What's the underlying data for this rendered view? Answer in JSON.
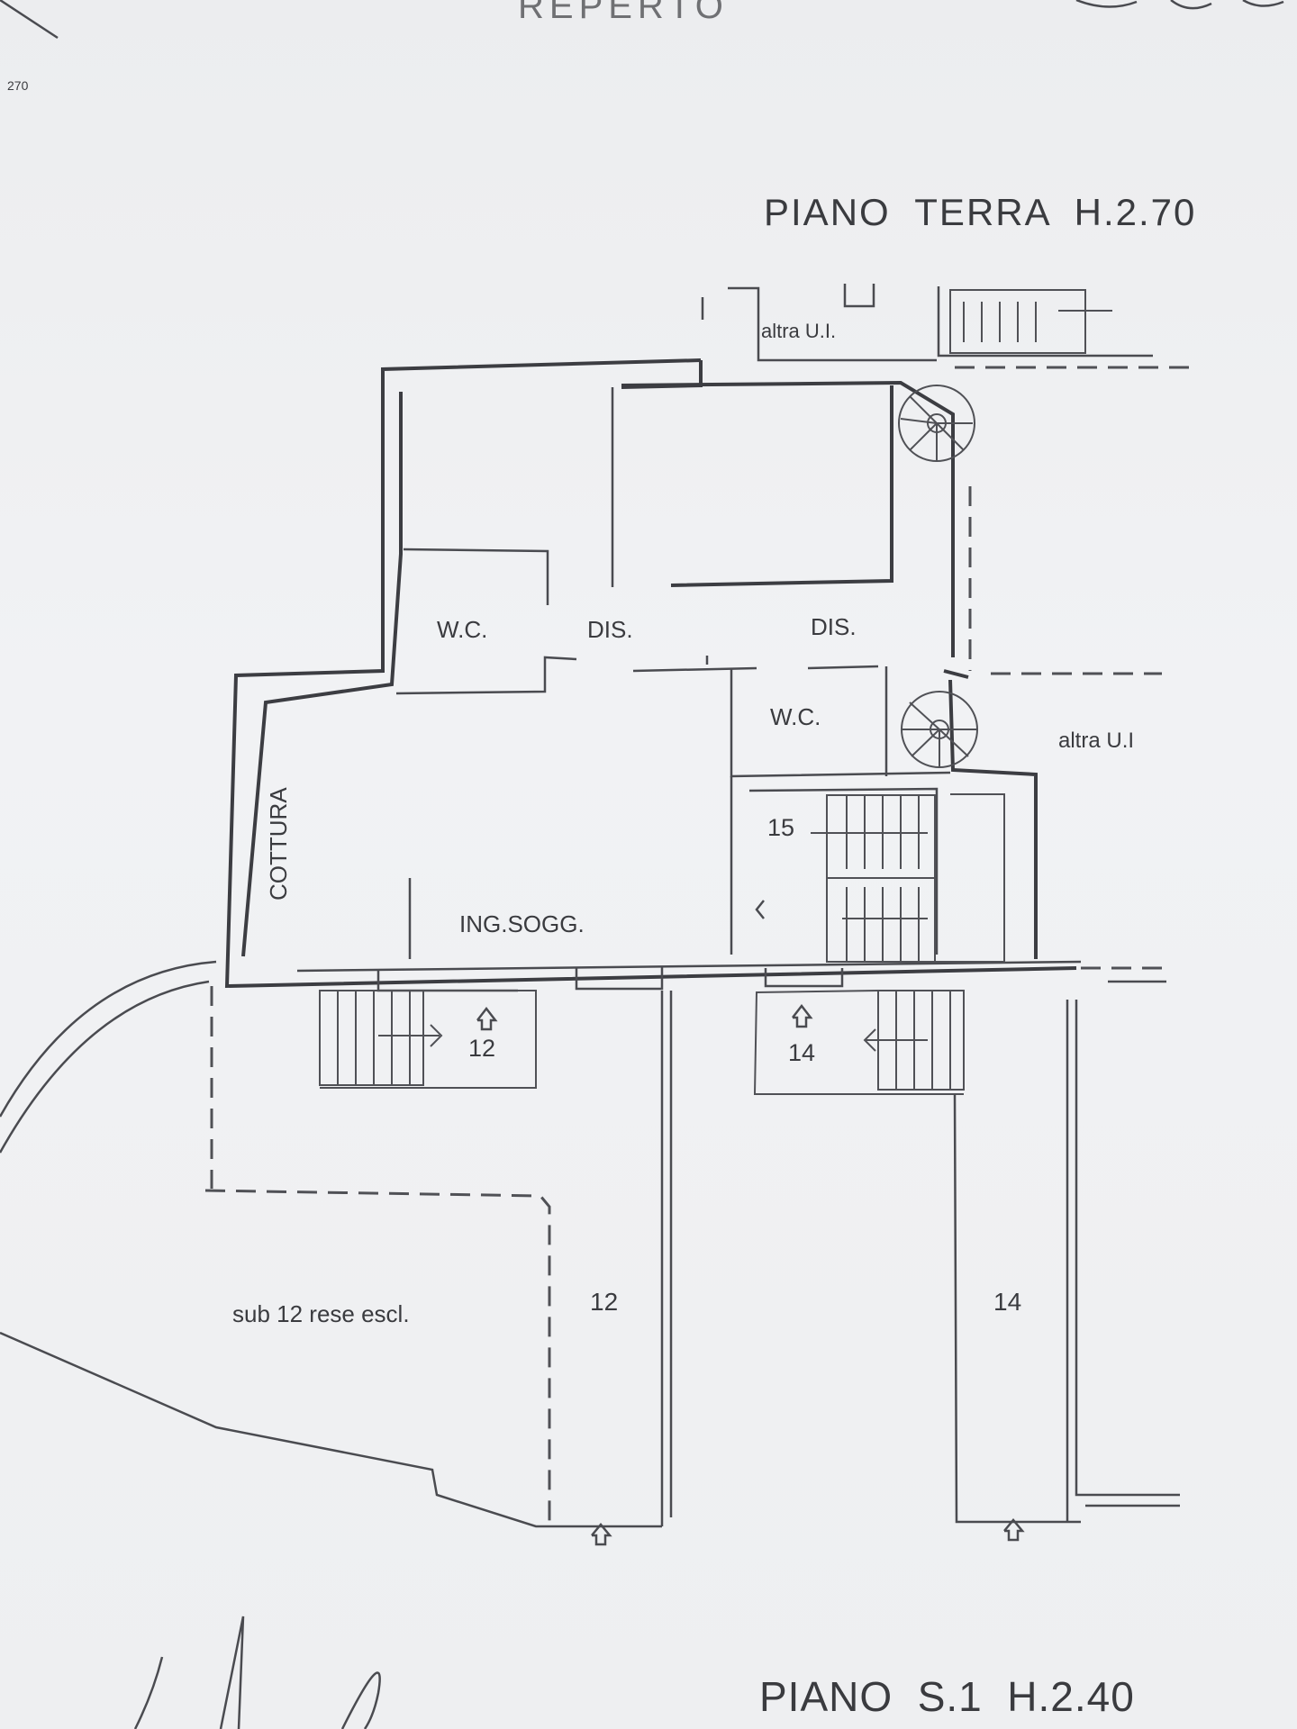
{
  "header": {
    "partial_title": "REPERTO",
    "page_number": "270"
  },
  "floors": {
    "ground": "PIANO  TERRA  H.2.70",
    "basement": "PIANO  S.1  H.2.40"
  },
  "rooms": {
    "other_unit_top": "altra U.I.",
    "other_unit_right": "altra U.I",
    "wc_left": "W.C.",
    "wc_right": "W.C.",
    "dis_left": "DIS.",
    "dis_right": "DIS.",
    "cottura": "COTTURA",
    "ing_sogg": "ING.SOGG."
  },
  "numbers": {
    "stair_15": "15",
    "stair_12": "12",
    "stair_14": "14",
    "garage_12": "12",
    "garage_14": "14"
  },
  "notes": {
    "sub12": "sub 12 rese escl."
  }
}
